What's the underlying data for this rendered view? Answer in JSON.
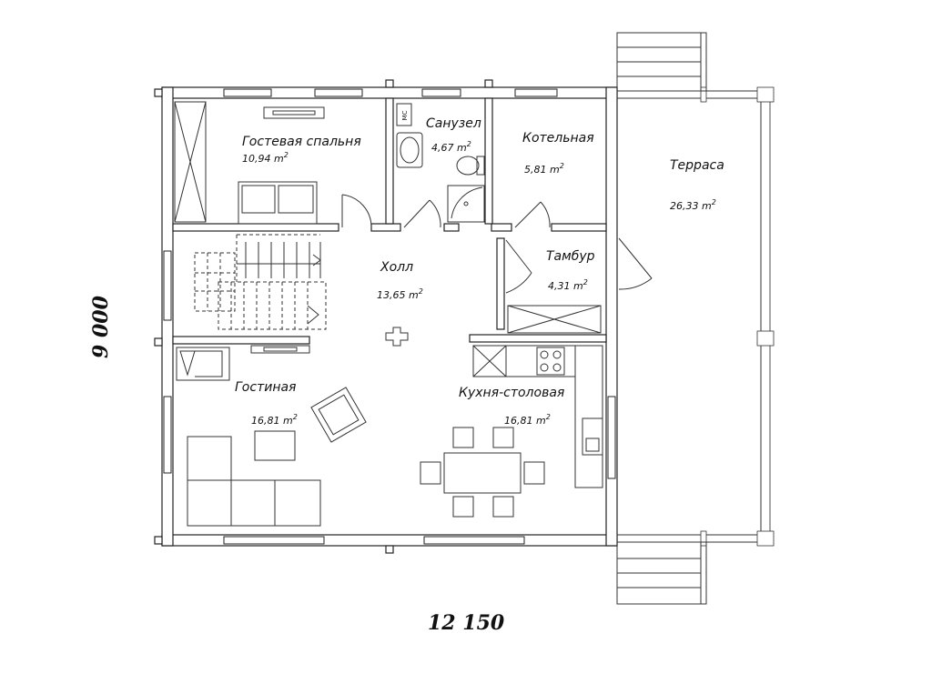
{
  "dimensions": {
    "width_label": "12 150",
    "height_label": "9 000"
  },
  "rooms": [
    {
      "id": "guest-bedroom",
      "name": "Гостевая спальня",
      "area": "10,94 m",
      "unit_exp": "2"
    },
    {
      "id": "bathroom",
      "name": "Санузел",
      "area": "4,67 m",
      "unit_exp": "2"
    },
    {
      "id": "boiler-room",
      "name": "Котельная",
      "area": "5,81 m",
      "unit_exp": "2"
    },
    {
      "id": "terrace",
      "name": "Терраса",
      "area": "26,33 m",
      "unit_exp": "2"
    },
    {
      "id": "vestibule",
      "name": "Тамбур",
      "area": "4,31 m",
      "unit_exp": "2"
    },
    {
      "id": "hall",
      "name": "Холл",
      "area": "13,65 m",
      "unit_exp": "2"
    },
    {
      "id": "living-room",
      "name": "Гостиная",
      "area": "16,81 m",
      "unit_exp": "2"
    },
    {
      "id": "kitchen-dining",
      "name": "Кухня-столовая",
      "area": "16,81 m",
      "unit_exp": "2"
    }
  ],
  "fixtures": {
    "toilet_label": "МС"
  }
}
